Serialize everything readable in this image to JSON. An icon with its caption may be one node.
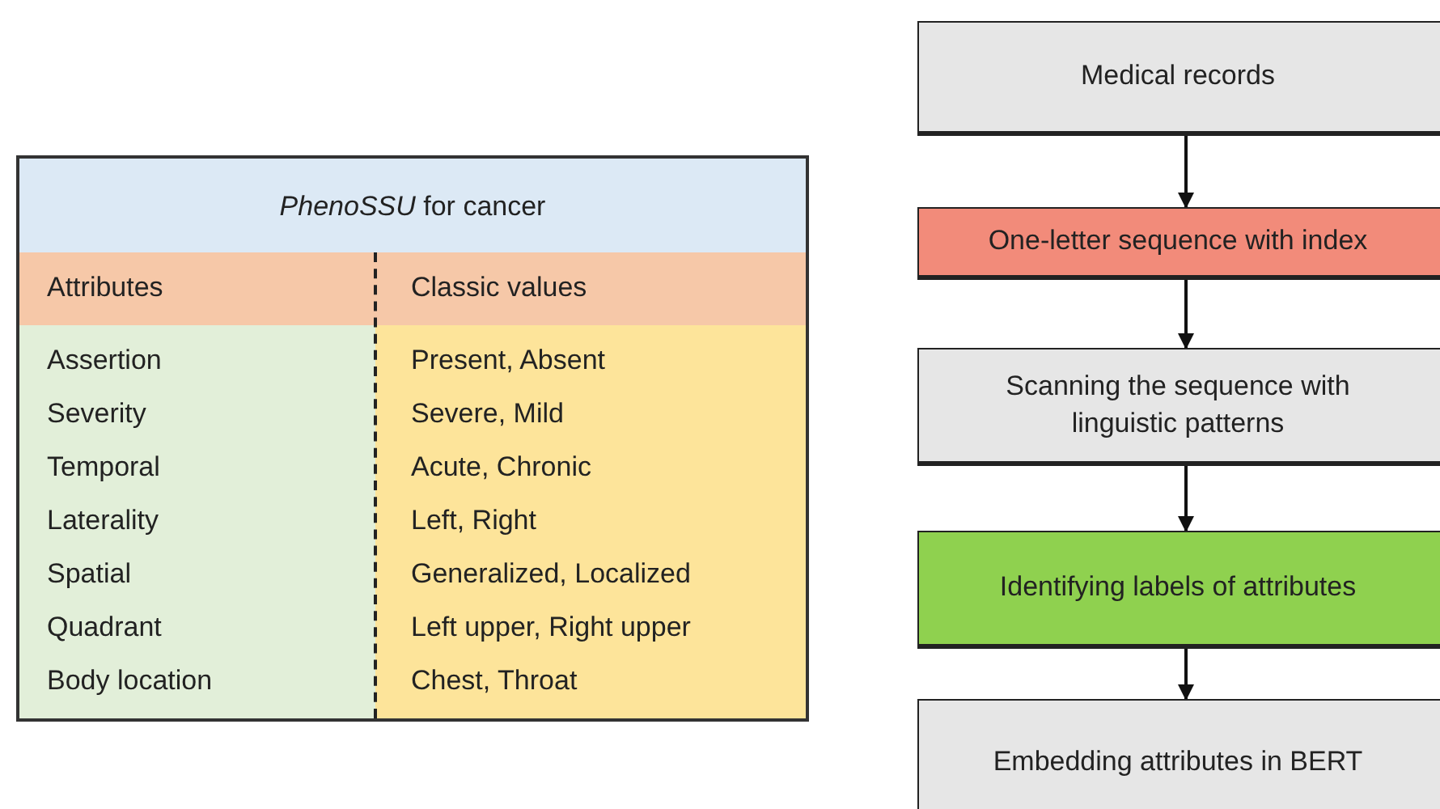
{
  "diagram": {
    "nodes": [
      {
        "text": [
          "Medical records"
        ]
      },
      {
        "text": [
          "One-letter sequence with index"
        ]
      },
      {
        "text": [
          "Scanning the sequence with linguistic patterns"
        ]
      },
      {
        "text": [
          "Identifying labels of attributes"
        ]
      },
      {
        "text": [
          "Embedding attributes in BERT"
        ]
      }
    ],
    "edges": [
      {
        "from": 0,
        "to": 1,
        "arrow": "to"
      },
      {
        "from": 1,
        "to": 2,
        "arrow": "to"
      },
      {
        "from": 2,
        "to": 3,
        "arrow": "to"
      },
      {
        "from": 3,
        "to": 4,
        "arrow": "to"
      }
    ],
    "labels": [
      "*PhenoSSU* for cancer",
      "Attributes",
      "Classic values",
      "Assertion",
      "Present, Absent",
      "Severity",
      "Severe, Mild",
      "Temporal",
      "Acute, Chronic",
      "Laterality",
      "Left, Right",
      "Spatial",
      "Generalized, Localized",
      "Quadrant",
      "Left upper, Right upper",
      "Body location",
      "Chest, Throat"
    ]
  }
}
